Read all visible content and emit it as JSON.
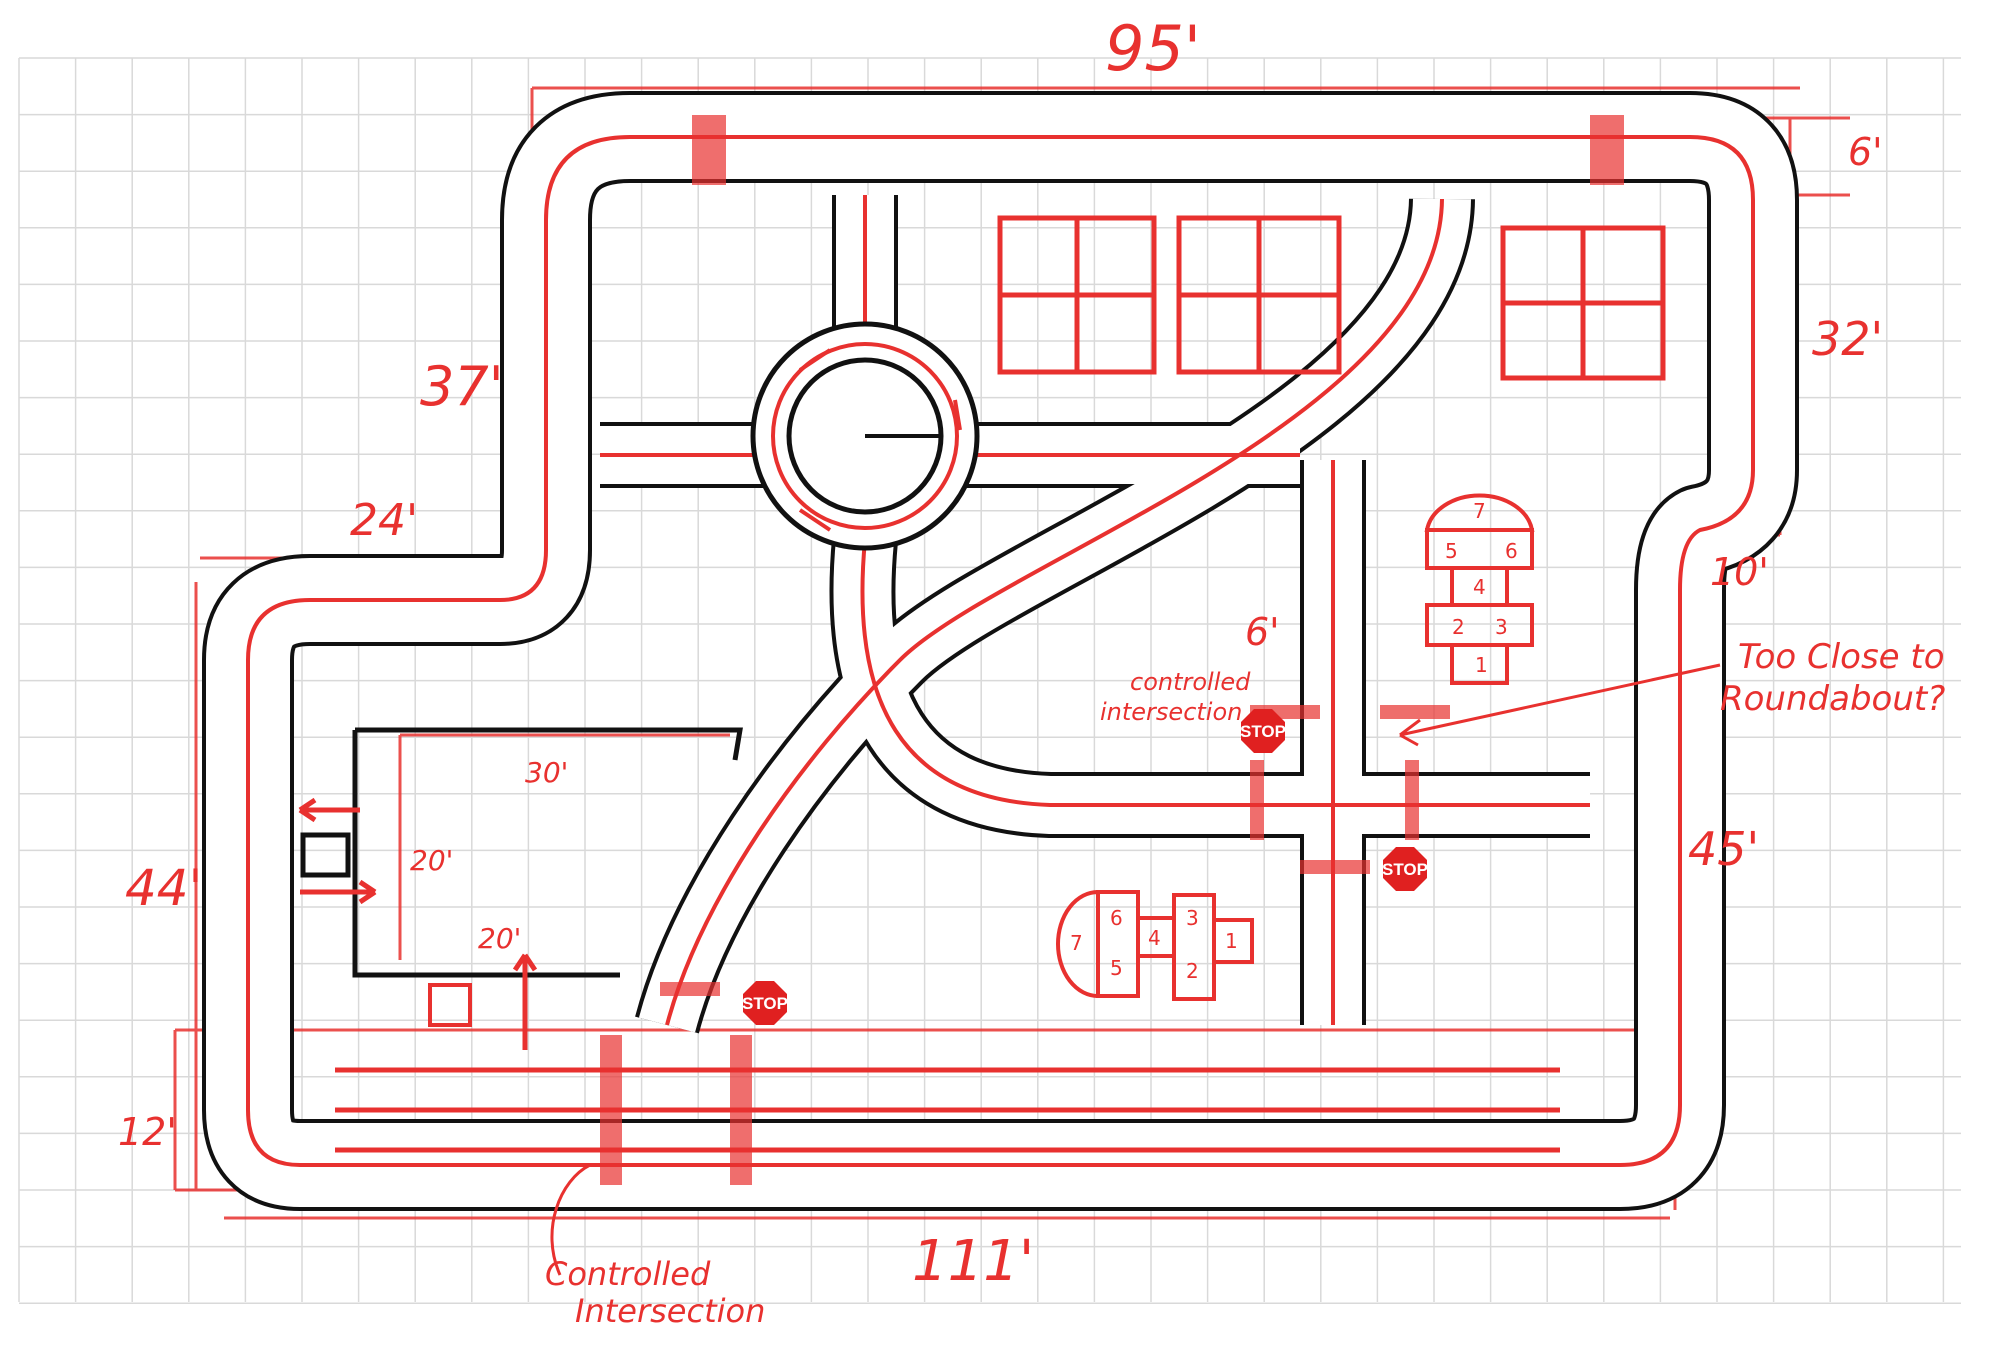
{
  "title": "Traffic garden layout sketch",
  "colors": {
    "ink": "#111111",
    "red": "#e8312f",
    "grid": "#d9d9d9",
    "stop": "#e02020"
  },
  "dimensions": {
    "top_width": "95'",
    "top_road_width": "6'",
    "right_upper_height": "32'",
    "left_upper_height": "37'",
    "left_step": "24'",
    "right_step": "10'",
    "left_lower_height": "44'",
    "bottom_road_width": "12'",
    "bottom_width": "111'",
    "right_lower_height": "45'",
    "parking_width": "30'",
    "parking_height": "20'",
    "parking_entry": "20'",
    "crosswalk_width": "6'"
  },
  "annotations": {
    "controlled_intersection_mid": [
      "controlled",
      "intersection"
    ],
    "too_close": [
      "Too Close to",
      "Roundabout?"
    ],
    "controlled_intersection_bottom": [
      "Controlled",
      "Intersection"
    ]
  },
  "stop_sign_label": "STOP",
  "hopscotch_upper": [
    "7",
    "5",
    "6",
    "4",
    "2",
    "3",
    "1"
  ],
  "hopscotch_lower": [
    "7",
    "5",
    "6",
    "4",
    "2",
    "3",
    "1"
  ]
}
